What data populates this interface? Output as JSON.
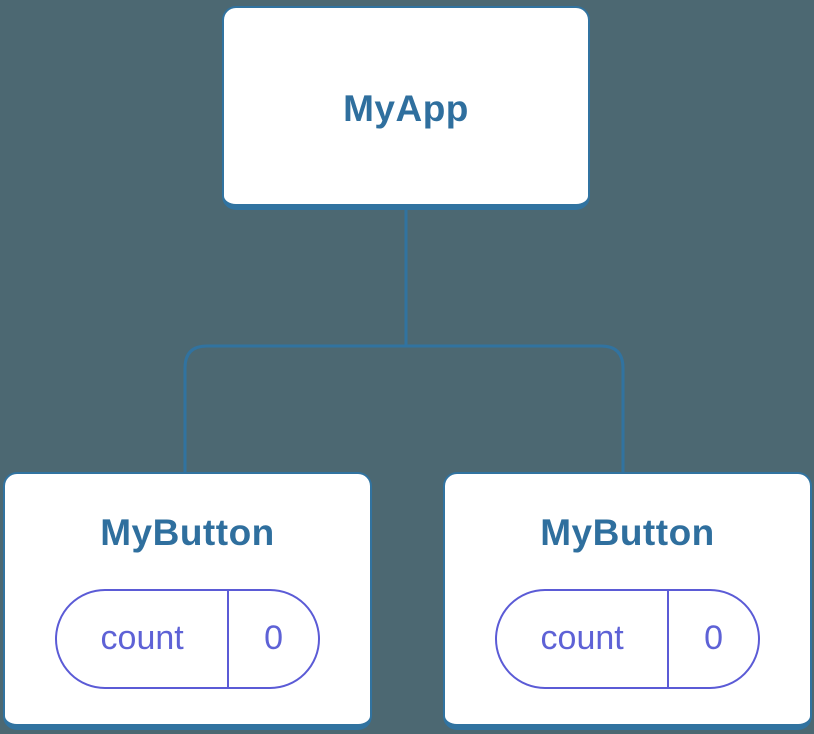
{
  "colors": {
    "background": "#4C6872",
    "node_background": "#FFFFFF",
    "node_border": "#3173A0",
    "connector": "#3173A0",
    "node_title": "#2F6F9E",
    "state_border": "#5B5BD6",
    "state_text": "#5E62D6"
  },
  "diagram": {
    "root": {
      "label": "MyApp"
    },
    "children": [
      {
        "label": "MyButton",
        "state": {
          "key": "count",
          "value": "0"
        }
      },
      {
        "label": "MyButton",
        "state": {
          "key": "count",
          "value": "0"
        }
      }
    ]
  }
}
